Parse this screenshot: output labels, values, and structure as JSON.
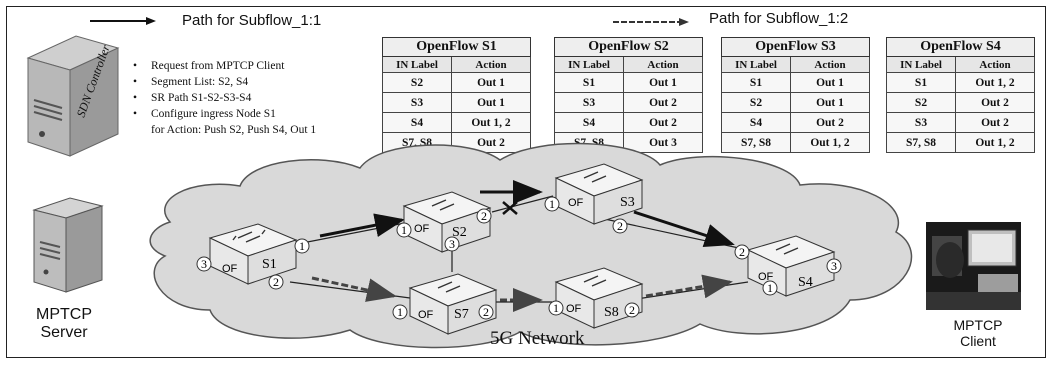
{
  "legend": {
    "subflow1": "Path for Subflow_1:1",
    "subflow2": "Path for Subflow_1:2"
  },
  "controller": {
    "label": "SDN Controller"
  },
  "request": {
    "items": [
      "Request from MPTCP Client",
      "Segment List: S2, S4",
      "SR Path  S1-S2-S3-S4",
      "Configure ingress Node S1",
      "for  Action: Push S2, Push S4, Out 1"
    ]
  },
  "tables": [
    {
      "title": "OpenFlow S1",
      "col1": "IN Label",
      "col2": "Action",
      "rows": [
        [
          "S2",
          "Out 1"
        ],
        [
          "S3",
          "Out 1"
        ],
        [
          "S4",
          "Out 1, 2"
        ],
        [
          "S7, S8",
          "Out 2"
        ]
      ]
    },
    {
      "title": "OpenFlow S2",
      "col1": "IN Label",
      "col2": "Action",
      "rows": [
        [
          "S1",
          "Out 1"
        ],
        [
          "S3",
          "Out 2"
        ],
        [
          "S4",
          "Out 2"
        ],
        [
          "S7, S8",
          "Out 3"
        ]
      ]
    },
    {
      "title": "OpenFlow S3",
      "col1": "IN Label",
      "col2": "Action",
      "rows": [
        [
          "S1",
          "Out 1"
        ],
        [
          "S2",
          "Out 1"
        ],
        [
          "S4",
          "Out 2"
        ],
        [
          "S7, S8",
          "Out 1, 2"
        ]
      ]
    },
    {
      "title": "OpenFlow S4",
      "col1": "IN Label",
      "col2": "Action",
      "rows": [
        [
          "S1",
          "Out 1, 2"
        ],
        [
          "S2",
          "Out 2"
        ],
        [
          "S3",
          "Out 2"
        ],
        [
          "S7, S8",
          "Out 1, 2"
        ]
      ]
    }
  ],
  "nodes": {
    "s1": "S1",
    "s2": "S2",
    "s3": "S3",
    "s4": "S4",
    "s7": "S7",
    "s8": "S8",
    "of": "OF"
  },
  "ports": {
    "s1_p1": "1",
    "s1_p2": "2",
    "s1_p3": "3",
    "s2_p1": "1",
    "s2_p2": "2",
    "s2_p3": "3",
    "s3_p1": "1",
    "s3_p2": "2",
    "s4_p1": "1",
    "s4_p2": "2",
    "s4_p3": "3",
    "s7_p1": "1",
    "s7_p2": "2",
    "s8_p1": "1",
    "s8_p2": "2"
  },
  "network": {
    "label": "5G Network"
  },
  "server": {
    "label_line1": "MPTCP",
    "label_line2": "Server"
  },
  "client": {
    "label_line1": "MPTCP",
    "label_line2": "Client"
  },
  "colors": {
    "cloud": "#dcdcdc",
    "cloud_edge": "#555555",
    "switch": "#f2f2f2",
    "arrow": "#111111"
  }
}
